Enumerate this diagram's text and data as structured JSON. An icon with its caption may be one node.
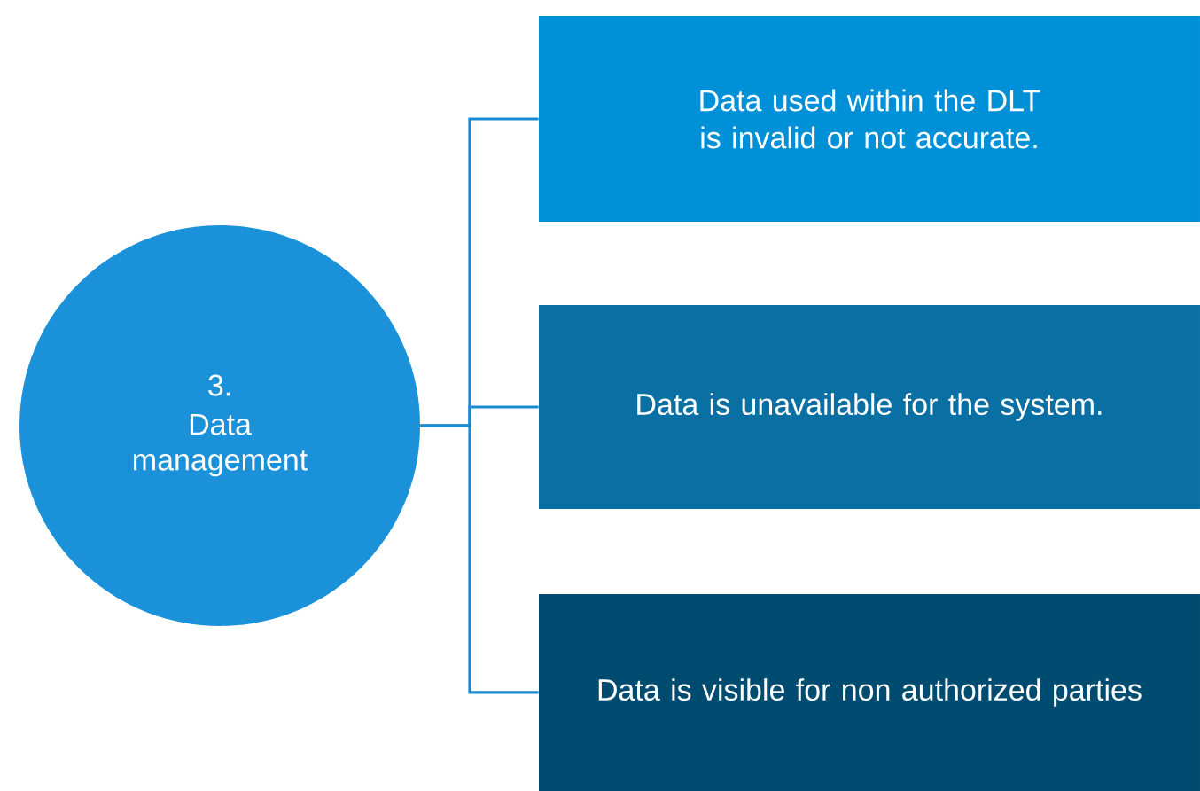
{
  "diagram": {
    "nodes": [
      {
        "text": [
          "3.",
          "Data management"
        ]
      },
      {
        "text": [
          "Data used within the DLT is invalid or not accurate."
        ]
      },
      {
        "text": [
          "Data is unavailable for the system."
        ]
      },
      {
        "text": [
          "Data is visible for non authorized parties"
        ]
      }
    ],
    "edges": [
      {
        "from": 0,
        "to": 1,
        "arrow": "none"
      },
      {
        "from": 0,
        "to": 2,
        "arrow": "none"
      },
      {
        "from": 0,
        "to": 3,
        "arrow": "none"
      }
    ]
  }
}
